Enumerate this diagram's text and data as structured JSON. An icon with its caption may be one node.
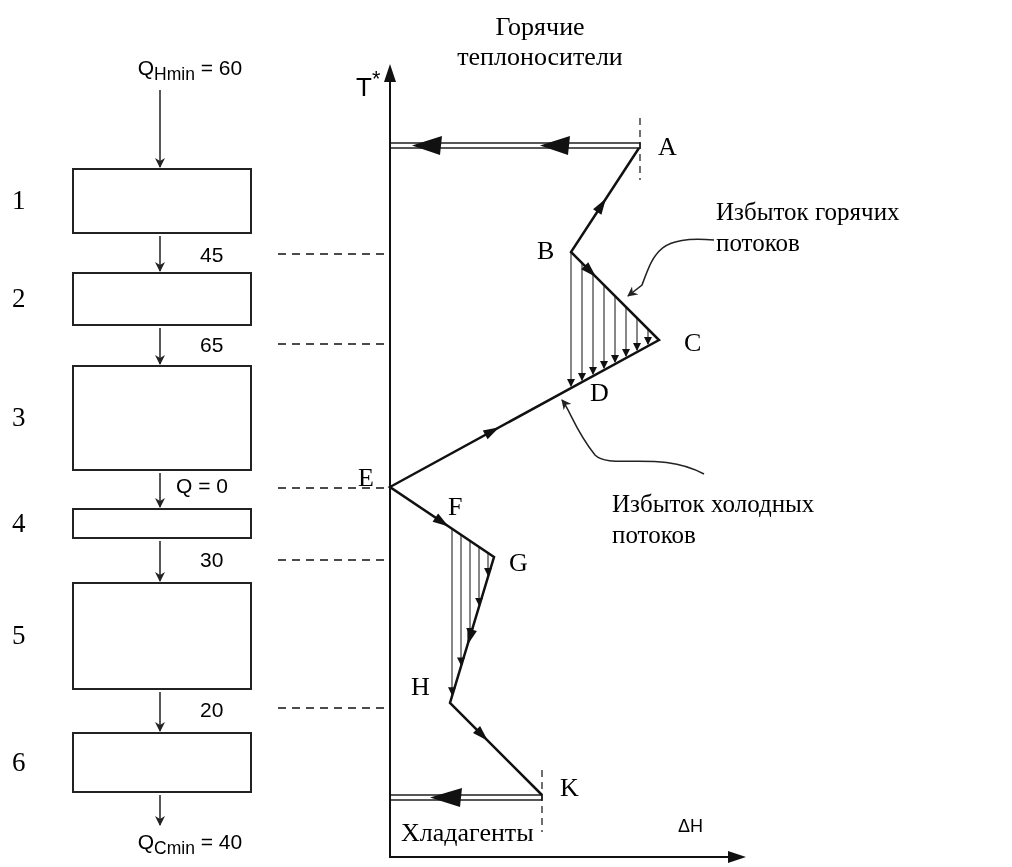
{
  "diagram": {
    "nodes": [
      {
        "text": [],
        "shape": "box",
        "beside": [
          "1"
        ]
      },
      {
        "text": [],
        "shape": "box",
        "beside": [
          "2"
        ]
      },
      {
        "text": [],
        "shape": "box",
        "beside": [
          "3"
        ]
      },
      {
        "text": [],
        "shape": "box",
        "beside": [
          "4"
        ]
      },
      {
        "text": [],
        "shape": "box",
        "beside": [
          "5"
        ]
      },
      {
        "text": [],
        "shape": "box",
        "beside": [
          "6"
        ]
      },
      {
        "text": [
          "Q$_{Hmin}$ = 60"
        ]
      },
      {
        "text": [
          "Q$_{Cmin}$ = 40"
        ]
      },
      {
        "text": [
          "Избыток горячих потоков"
        ]
      },
      {
        "text": [
          "Избыток холодных потоков"
        ]
      }
    ],
    "edges": [
      {
        "from": 6,
        "to": 0,
        "arrow": "to"
      },
      {
        "from": 0,
        "to": 1,
        "arrow": "to",
        "label": "45"
      },
      {
        "from": 1,
        "to": 2,
        "arrow": "to",
        "label": "65"
      },
      {
        "from": 2,
        "to": 3,
        "arrow": "to",
        "label": "Q = 0"
      },
      {
        "from": 3,
        "to": 4,
        "arrow": "to",
        "label": "30"
      },
      {
        "from": 4,
        "to": 5,
        "arrow": "to",
        "label": "20"
      },
      {
        "from": 5,
        "to": 7,
        "arrow": "to"
      },
      {
        "from": 8,
        "to": null,
        "arrow": "to"
      },
      {
        "from": 9,
        "to": null,
        "arrow": "to"
      }
    ],
    "labels": [
      "Горячие теплоносители",
      "T$^{*}$",
      "A",
      "B",
      "C",
      "D",
      "E",
      "F",
      "G",
      "H",
      "K",
      "Хладагенты",
      "ΔH"
    ]
  }
}
